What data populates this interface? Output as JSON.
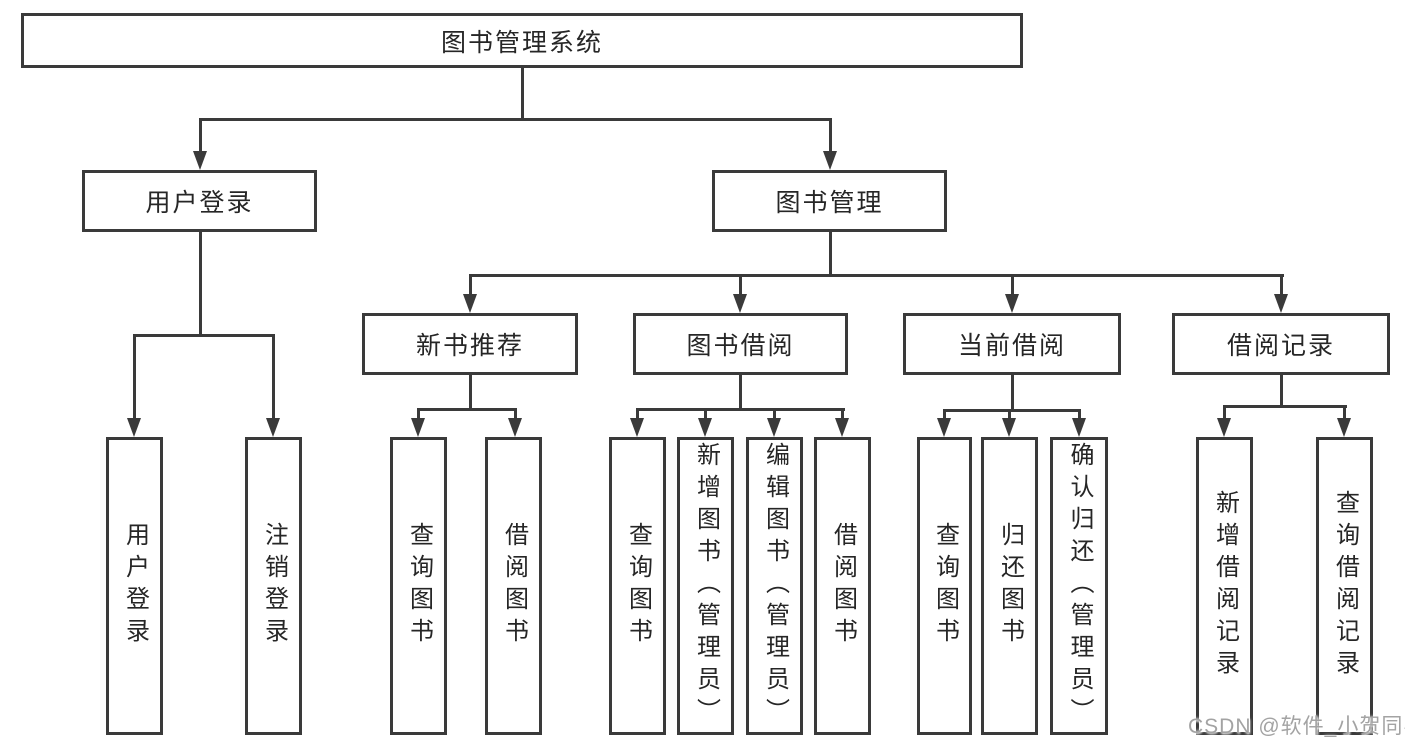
{
  "diagram_title": "图书管理系统",
  "colors": {
    "background": "#ffffff",
    "line": "#3a3a3a",
    "text": "#262626",
    "watermark": "#a3a3a3"
  },
  "tree": {
    "root": {
      "label": "图书管理系统"
    },
    "branches": [
      {
        "label": "用户登录",
        "children": [
          {
            "label": "用户登录"
          },
          {
            "label": "注销登录"
          }
        ]
      },
      {
        "label": "图书管理",
        "children": [
          {
            "label": "新书推荐",
            "children": [
              {
                "label": "查询图书"
              },
              {
                "label": "借阅图书"
              }
            ]
          },
          {
            "label": "图书借阅",
            "children": [
              {
                "label": "查询图书"
              },
              {
                "label": "新增图书（管理员）"
              },
              {
                "label": "编辑图书（管理员）"
              },
              {
                "label": "借阅图书"
              }
            ]
          },
          {
            "label": "当前借阅",
            "children": [
              {
                "label": "查询图书"
              },
              {
                "label": "归还图书"
              },
              {
                "label": "确认归还（管理员）"
              }
            ]
          },
          {
            "label": "借阅记录",
            "children": [
              {
                "label": "新增借阅记录"
              },
              {
                "label": "查询借阅记录"
              }
            ]
          }
        ]
      }
    ]
  },
  "watermark": {
    "text": "CSDN @软件_小贺同学"
  }
}
